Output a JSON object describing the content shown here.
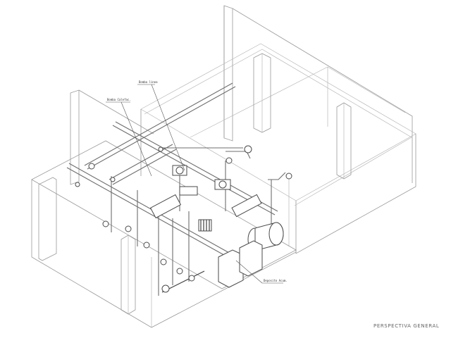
{
  "drawing": {
    "title": "PERSPECTIVA GENERAL",
    "callouts": {
      "pump_label": "Bomba linea",
      "boiler_label": "Bomba Calefac.",
      "tank_label": "Deposito Acum."
    },
    "colors": {
      "background": "#ffffff",
      "linework": "#9a9a9a",
      "equipment": "#4a4a4a"
    }
  }
}
